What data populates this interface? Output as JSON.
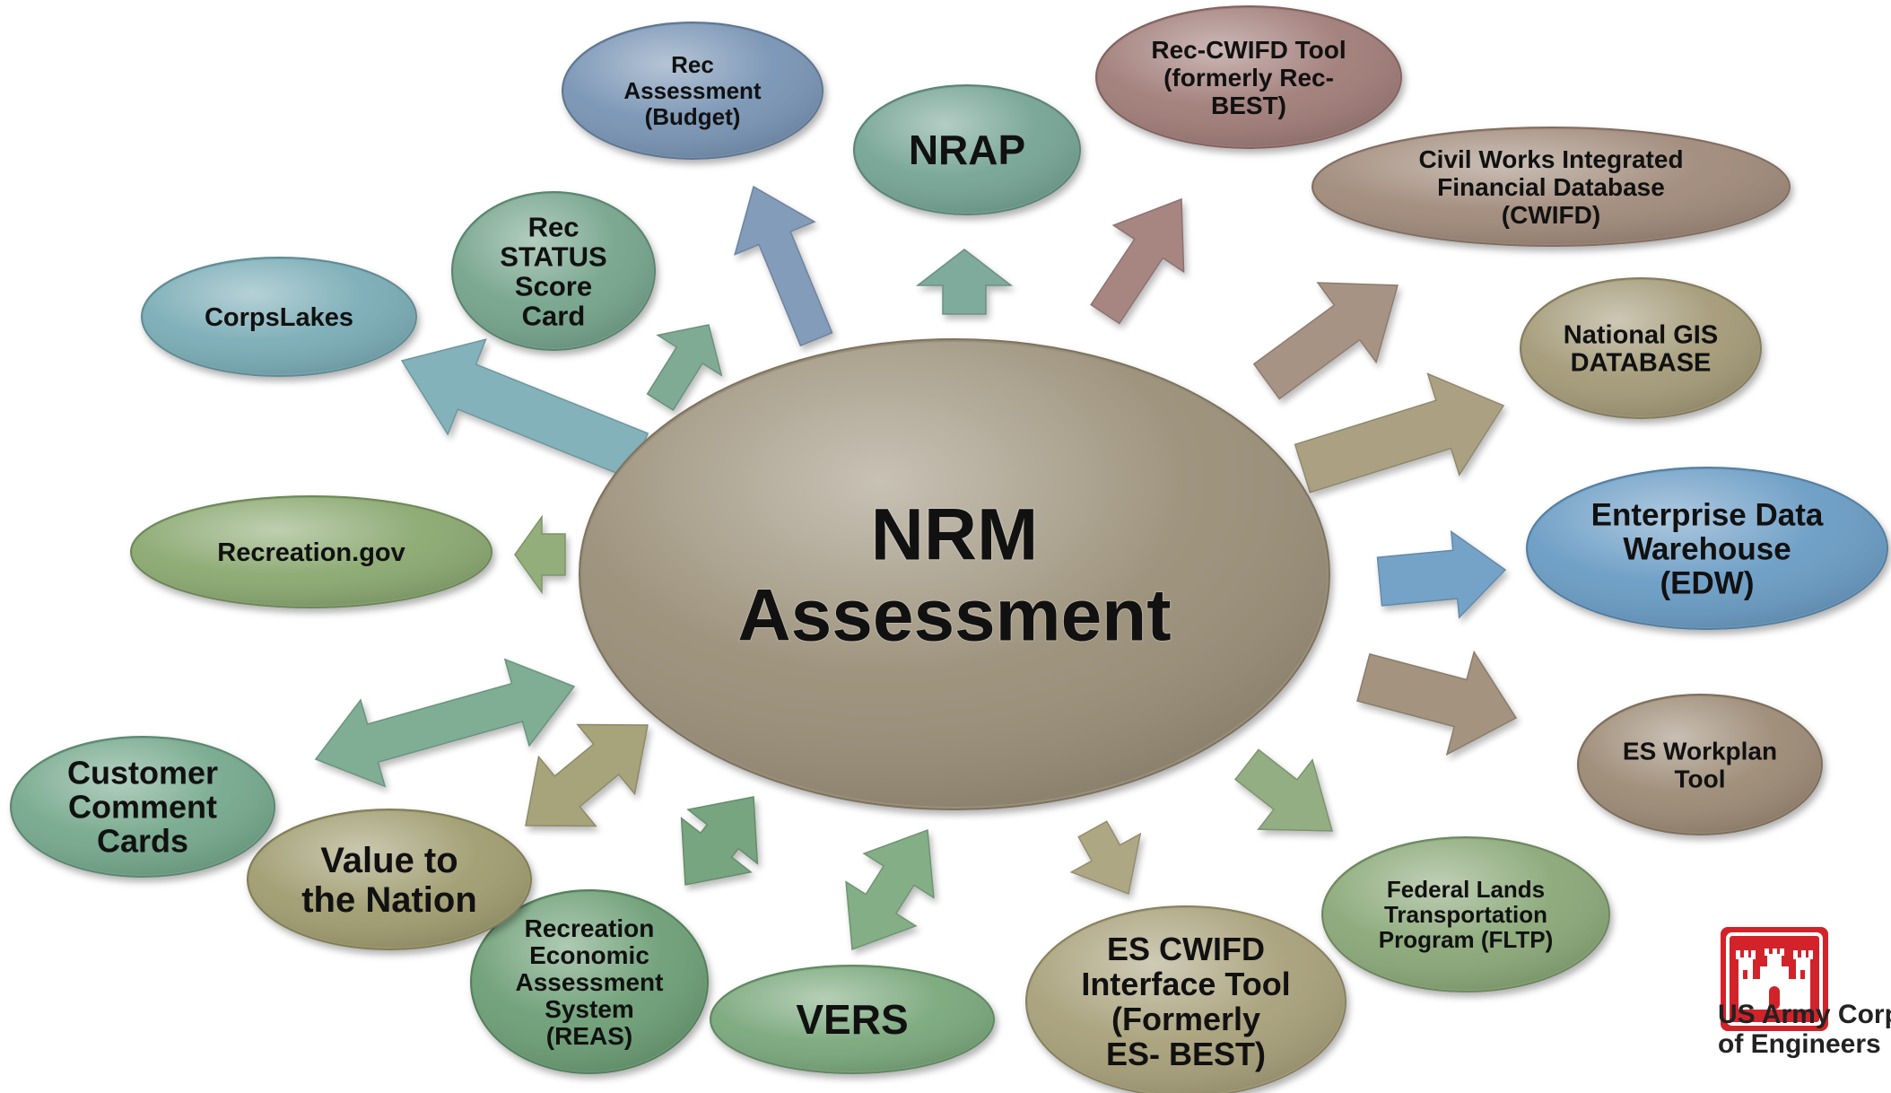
{
  "diagram": {
    "center": {
      "lines": [
        "NRM",
        "Assessment"
      ],
      "color": "#9a8f78"
    },
    "nodes": [
      {
        "id": "rec-assessment-budget",
        "lines": [
          "Rec",
          "Assessment",
          "(Budget)"
        ],
        "color": "#7894b4",
        "arrow": "out"
      },
      {
        "id": "nrap",
        "lines": [
          "NRAP"
        ],
        "color": "#74a494",
        "arrow": "out"
      },
      {
        "id": "rec-cwifd-tool",
        "lines": [
          "Rec-CWIFD Tool",
          "(formerly Rec-",
          "BEST)"
        ],
        "color": "#a07c78",
        "arrow": "out"
      },
      {
        "id": "cwifd",
        "lines": [
          "Civil Works Integrated",
          "Financial Database",
          "(CWIFD)"
        ],
        "color": "#a08a7a",
        "arrow": "out"
      },
      {
        "id": "national-gis-database",
        "lines": [
          "National GIS",
          "DATABASE"
        ],
        "color": "#a49a78",
        "arrow": "out"
      },
      {
        "id": "edw",
        "lines": [
          "Enterprise Data",
          "Warehouse",
          "(EDW)"
        ],
        "color": "#6a9cc4",
        "arrow": "out"
      },
      {
        "id": "es-workplan-tool",
        "lines": [
          "ES Workplan",
          "Tool"
        ],
        "color": "#9c8a74",
        "arrow": "out"
      },
      {
        "id": "fltp",
        "lines": [
          "Federal Lands",
          "Transportation",
          "Program (FLTP)"
        ],
        "color": "#8aa878",
        "arrow": "out"
      },
      {
        "id": "es-cwifd-interface-tool",
        "lines": [
          "ES CWIFD",
          "Interface Tool",
          "(Formerly",
          "ES- BEST)"
        ],
        "color": "#a8a07a",
        "arrow": "out"
      },
      {
        "id": "vers",
        "lines": [
          "VERS"
        ],
        "color": "#7aa87c",
        "arrow": "both"
      },
      {
        "id": "reas",
        "lines": [
          "Recreation",
          "Economic",
          "Assessment",
          "System",
          "(REAS)"
        ],
        "color": "#6c9e74",
        "arrow": "both"
      },
      {
        "id": "value-to-the-nation",
        "lines": [
          "Value to",
          "the Nation"
        ],
        "color": "#a09c70",
        "arrow": "both"
      },
      {
        "id": "customer-comment-cards",
        "lines": [
          "Customer",
          "Comment",
          "Cards"
        ],
        "color": "#74a88c",
        "arrow": "both"
      },
      {
        "id": "recreation-gov",
        "lines": [
          "Recreation.gov"
        ],
        "color": "#8aa870",
        "arrow": "in"
      },
      {
        "id": "corpslakes",
        "lines": [
          "CorpsLakes"
        ],
        "color": "#7aacb6",
        "arrow": "out"
      },
      {
        "id": "rec-status-score-card",
        "lines": [
          "Rec",
          "STATUS",
          "Score",
          "Card"
        ],
        "color": "#74a48c",
        "arrow": "out"
      }
    ]
  },
  "logo": {
    "lines": [
      "US Army Corps",
      "of Engineers"
    ],
    "color": "#d2232a"
  }
}
